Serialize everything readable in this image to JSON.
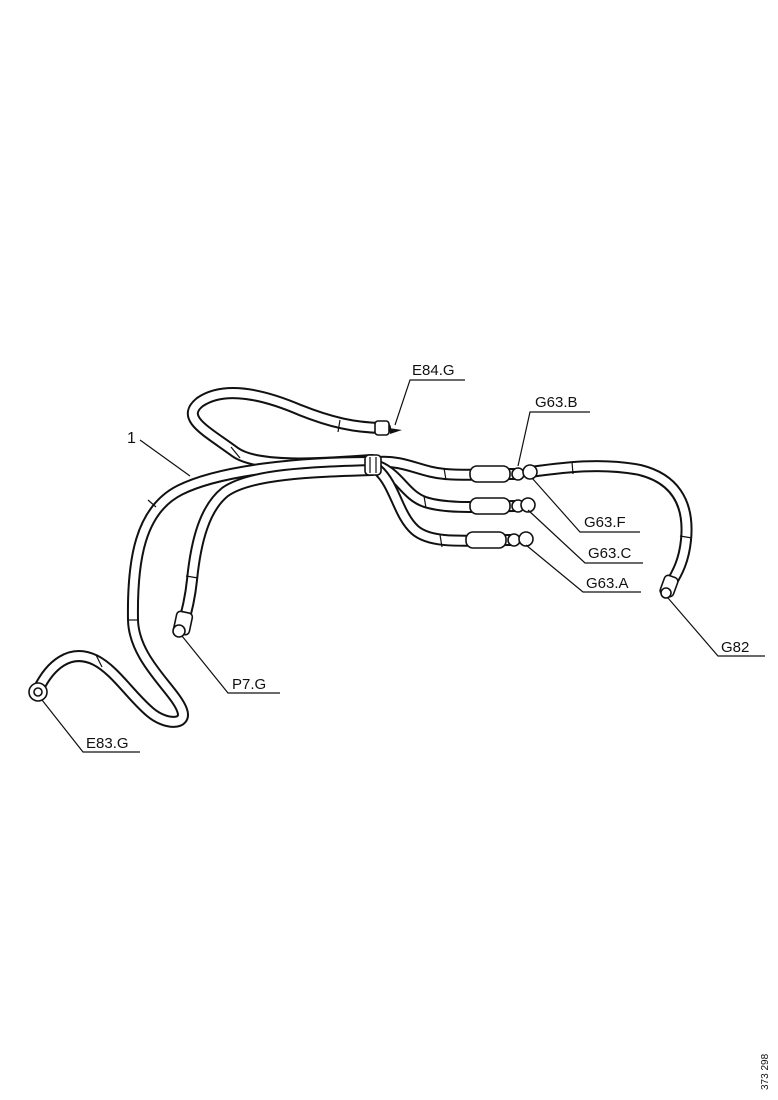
{
  "diagram": {
    "item_number": "1",
    "labels": {
      "e84g": "E84.G",
      "g63b": "G63.B",
      "g63f": "G63.F",
      "g63c": "G63.C",
      "g63a": "G63.A",
      "g82": "G82",
      "p7g": "P7.G",
      "e83g": "E83.G"
    },
    "document_id": "373 298"
  }
}
